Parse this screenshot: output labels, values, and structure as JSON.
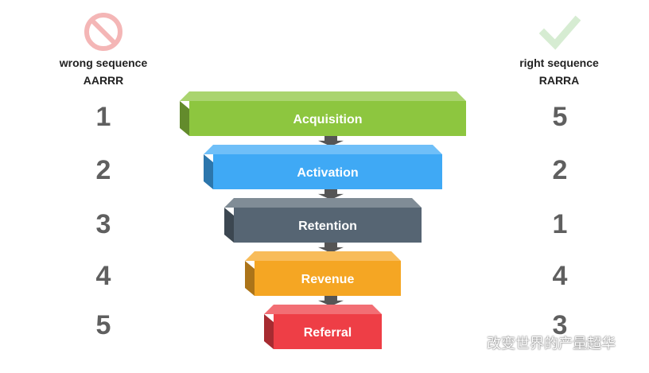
{
  "left": {
    "heading_line1": "wrong sequence",
    "heading_line2": "AARRR",
    "icon": "prohibited-icon",
    "icon_color": "#f4b6b6",
    "numbers": [
      "1",
      "2",
      "3",
      "4",
      "5"
    ]
  },
  "right": {
    "heading_line1": "right sequence",
    "heading_line2": "RARRA",
    "icon": "checkmark-icon",
    "icon_color": "#d6ecd2",
    "numbers": [
      "5",
      "2",
      "1",
      "4",
      "3"
    ]
  },
  "funnel": {
    "stages": [
      {
        "label": "Acquisition",
        "color": "#8dc63f"
      },
      {
        "label": "Activation",
        "color": "#3fa9f5"
      },
      {
        "label": "Retention",
        "color": "#566573"
      },
      {
        "label": "Revenue",
        "color": "#f5a623"
      },
      {
        "label": "Referral",
        "color": "#ee3e46"
      }
    ],
    "arrow_color": "#555555"
  },
  "watermark": {
    "text": "改变世界的产量超华",
    "icon": "wechat-icon"
  }
}
